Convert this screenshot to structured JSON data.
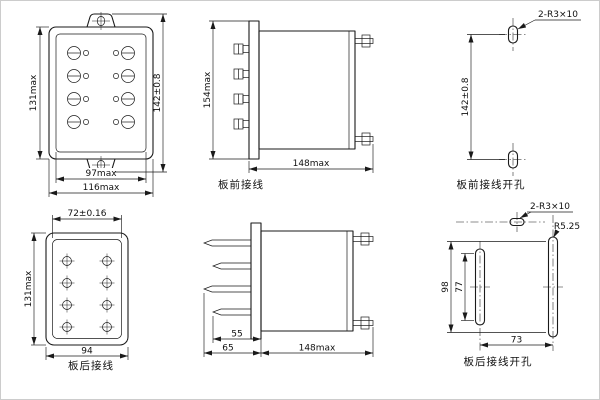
{
  "page": {
    "background": "#ffffff",
    "ink": "#1a1a1a"
  },
  "views": {
    "front_view": {
      "dim_body_height": "131max",
      "dim_overall_height": "142±0.8",
      "dim_terminal_width": "97max",
      "dim_overall_width": "116max"
    },
    "side_view_front": {
      "dim_height": "154max",
      "dim_depth": "148max",
      "caption": "板前接线"
    },
    "holes_front": {
      "slot_note": "2-R3×10",
      "dim_spacing": "142±0.8",
      "caption": "板前接线开孔"
    },
    "rear_view": {
      "dim_hole_span": "72±0.16",
      "dim_body_height": "131max",
      "dim_overall_width": "94",
      "caption": "板后接线"
    },
    "side_view_rear": {
      "dim_pin_short": "55",
      "dim_pin_long": "65",
      "dim_depth": "148max"
    },
    "holes_rear": {
      "slot_note": "2-R3×10",
      "radius_note": "R5.25",
      "dim_right_slot": "98",
      "dim_left_slot": "77",
      "dim_slot_spacing": "73",
      "caption": "板后接线开孔"
    }
  }
}
